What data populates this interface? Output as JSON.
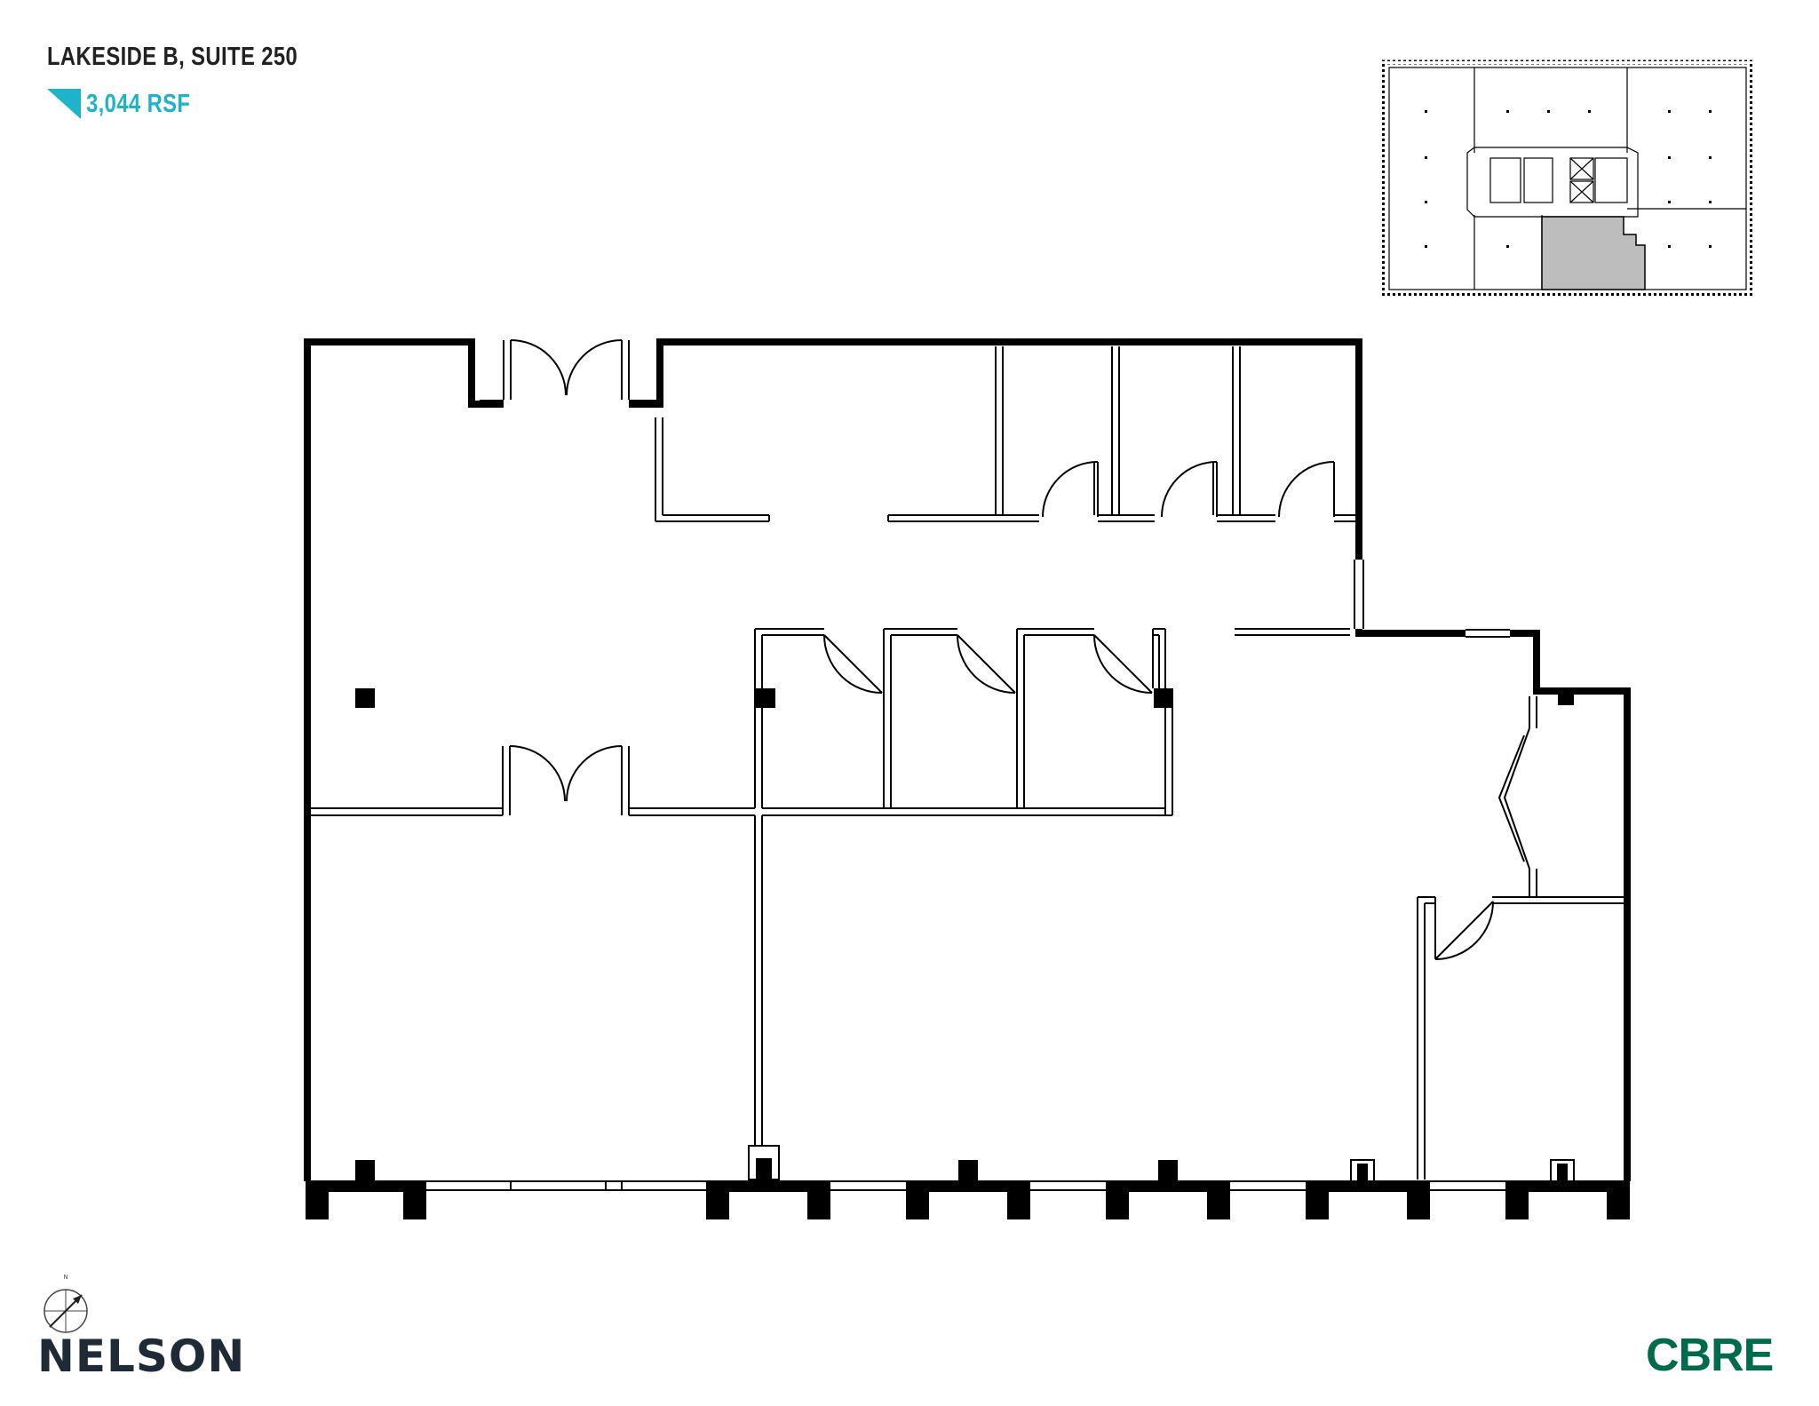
{
  "header": {
    "suite_title": "LAKESIDE B, SUITE 250",
    "area_label": "3,044 RSF"
  },
  "colors": {
    "title": "#222222",
    "accent": "#1fb3c9",
    "nelson": "#1e2a36",
    "cbre": "#006a4d",
    "key_plan_highlight": "#bdbdbd",
    "wall": "#000000"
  },
  "icons": {
    "area_marker": "triangle-marker-icon",
    "north_arrow": "north-arrow-icon"
  },
  "logos": {
    "left": "NELSON",
    "right": "CBRE"
  }
}
